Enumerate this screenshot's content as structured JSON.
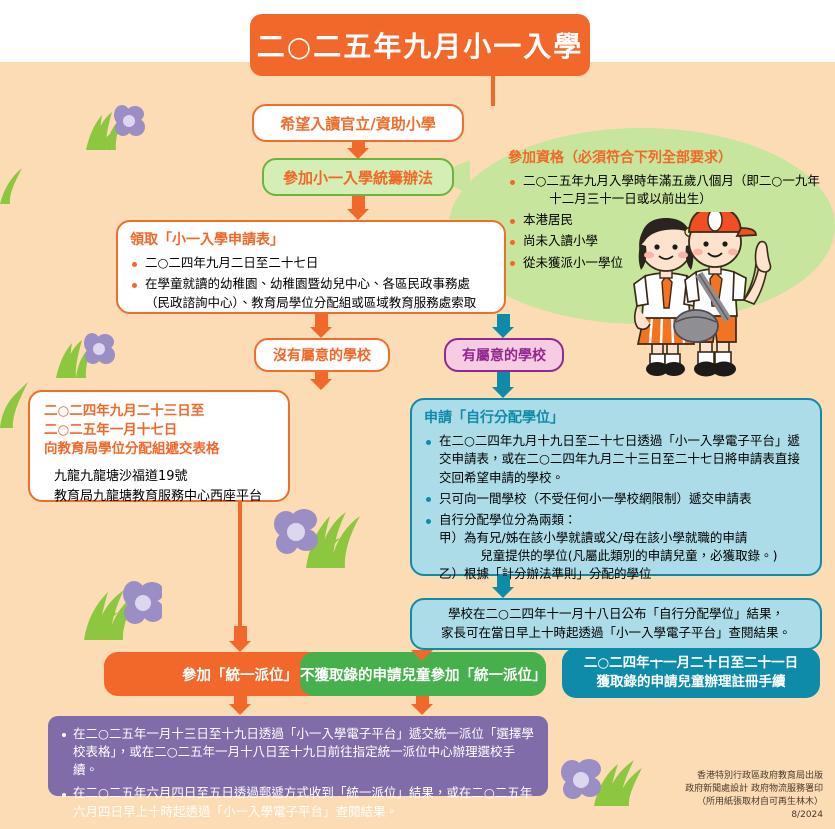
{
  "page": {
    "background_color": "#fbdcb4",
    "title": "二○二五年九月小一入學"
  },
  "colors": {
    "orange": "#f1682a",
    "green": "#45b04c",
    "light_green": "#c7e59c",
    "teal": "#0e8ba8",
    "light_blue": "#addce9",
    "purple": "#7f6ca8",
    "magenta": "#92298f",
    "pink": "#f6cce3"
  },
  "flow": {
    "wish_box": {
      "label": "希望入讀官立/資助小學"
    },
    "join_box": {
      "label": "參加小一入學統籌辦法"
    },
    "eligibility": {
      "heading": "參加資格（必須符合下列全部要求）",
      "items": [
        "二○二五年九月入學時年滿五歲八個月（即二○一九年十二月三十一日或以前出生）",
        "本港居民",
        "尚未入讀小學",
        "從未獲派小一學位"
      ]
    },
    "form_box": {
      "heading": "領取「小一入學申請表」",
      "items": [
        "二○二四年九月二日至二十七日",
        "在學童就讀的幼稚園、幼稚園暨幼兒中心、各區民政事務處（民政諮詢中心）、教育局學位分配組或區域教育服務處索取"
      ]
    },
    "no_preference_box": {
      "label": "沒有屬意的學校"
    },
    "has_preference_box": {
      "label": "有屬意的學校"
    },
    "submit_box": {
      "heading_lines": [
        "二○二四年九月二十三日至",
        "二○二五年一月十七日",
        "向教育局學位分配組遞交表格"
      ],
      "address_lines": [
        "九龍九龍塘沙福道19號",
        "教育局九龍塘教育服務中心西座平台"
      ]
    },
    "discretionary_box": {
      "heading": "申請「自行分配學位」",
      "items": [
        "在二○二四年九月十九日至二十七日透過「小一入學電子平台」遞交申請表，或在二○二四年九月二十三日至二十七日將申請表直接交回希望申請的學校。",
        "只可向一間學校（不受任何小一學校網限制）遞交申請表",
        "自行分配學位分為兩類："
      ],
      "sub_items": [
        "甲）為有兄/姊在該小學就讀或父/母在該小學就職的申請兒童提供的學位(凡屬此類別的申請兒童，必獲取錄。)",
        "乙）根據「計分辦法準則」分配的學位"
      ],
      "sub_item_a_line1": "甲）為有兄/姊在該小學就讀或父/母在該小學就職的申請",
      "sub_item_a_line2": "兒童提供的學位(凡屬此類別的申請兒童，必獲取錄。)",
      "sub_item_b": "乙）根據「計分辦法準則」分配的學位"
    },
    "result_box": {
      "line1": "學校在二○二四年十一月十八日公布「自行分配學位」結果，",
      "line2": "家長可在當日早上十時起透過「小一入學電子平台」查閱結果。"
    },
    "central_allocation_box": {
      "label": "參加「統一派位」"
    },
    "rejected_box": {
      "label": "不獲取錄的申請兒童參加「統一派位」"
    },
    "register_box": {
      "line1": "二○二四年十一月二十日至二十一日",
      "line2": "獲取錄的申請兒童辦理註冊手續"
    },
    "final_box": {
      "items": [
        "在二○二五年一月十三日至十九日透過「小一入學電子平台」遞交統一派位「選擇學校表格」，或在二○二五年一月十八日至十九日前往指定統一派位中心辦理選校手續。",
        "在二○二五年六月四日至五日透過郵遞方式收到「統一派位」結果，或在二○二五年六月四日早上十時起透過「小一入學電子平台」查閱結果。"
      ]
    }
  },
  "footer": {
    "lines": [
      "香港特別行政區政府教育局出版",
      "政府新聞處設計 政府物流服務署印",
      "（所用紙張取材自可再生林木）",
      "8/2024"
    ]
  }
}
